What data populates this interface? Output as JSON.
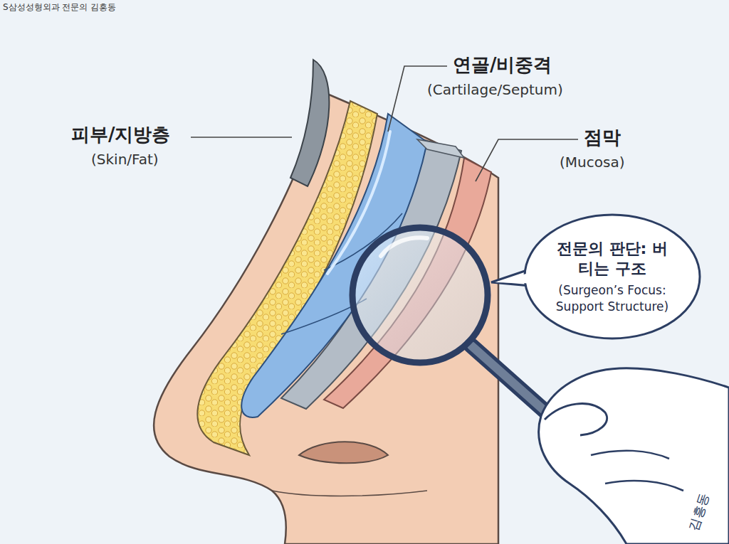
{
  "diagram": {
    "nodes": [
      {
        "text": [
          "전문의 판단: 버티는 구조",
          "(Surgeon’s Focus: Support Structure)"
        ]
      }
    ],
    "labels": [
      "S삼성성형외과 전문의 김흥동",
      "피부/지방층",
      "(Skin/Fat)",
      "연골/비중격",
      "(Cartilage/Septum)",
      "점막",
      "(Mucosa)",
      "김흥동"
    ]
  }
}
